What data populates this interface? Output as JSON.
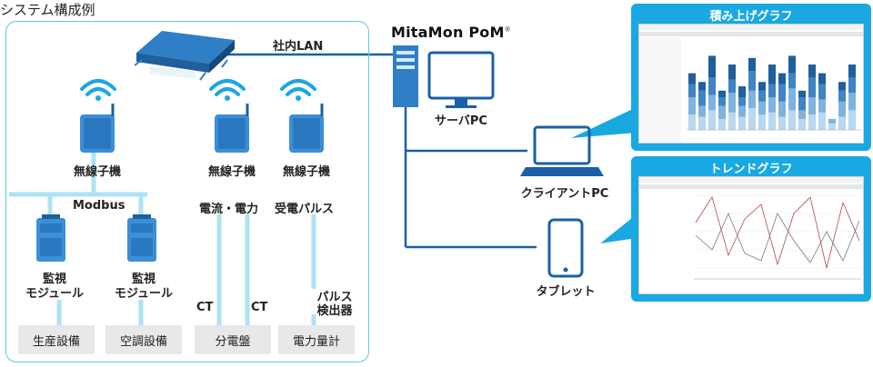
{
  "diagram": {
    "title": "システム構成例",
    "lan_label": "社内LAN",
    "server_name": "MitaMon PoM",
    "server_reg": "®",
    "server_pc_label": "サーバPC",
    "client_pc_label": "クライアントPC",
    "tablet_label": "タブレット",
    "wireless_label": "無線子機",
    "modbus_label": "Modbus",
    "monitor_module_line1": "監視",
    "monitor_module_line2": "モジュール",
    "current_power_label": "電流・電力",
    "pulse_receive_label": "受電パルス",
    "ct_label": "CT",
    "pulse_detector_line1": "パルス",
    "pulse_detector_line2": "検出器",
    "equipment": [
      "生産設備",
      "空調設備",
      "分電盤",
      "電力量計"
    ],
    "panels": {
      "stacked_title": "積み上げグラフ",
      "trend_title": "トレンドグラフ"
    }
  },
  "colors": {
    "accent": "#1aa8e2",
    "line": "#1a5fa8",
    "wire": "#aee2f4",
    "device": "#3a8fd6",
    "box_border": "#5ec6e8"
  }
}
